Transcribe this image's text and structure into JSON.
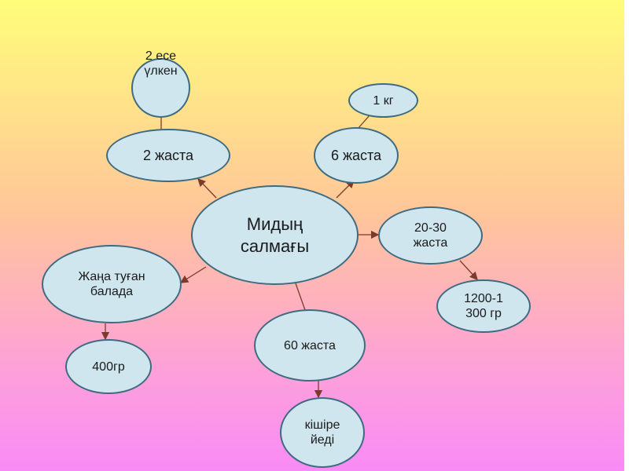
{
  "center": "Мидың салмағы",
  "nodes": {
    "two_years": "2 жаста",
    "two_times": "2 есе үлкен",
    "six_years": "6 жаста",
    "one_kg": "1 кг",
    "twenty_thirty": "20-30 жаста",
    "weight_range": "1200-1 300 гр",
    "sixty_years": "60 жаста",
    "shrinks": "кішіре йеді",
    "newborn": "Жаңа туған балада",
    "four_hundred": "400гр"
  },
  "colors": {
    "node_fill": "#cfe6ef",
    "node_border": "#3f6b80",
    "line": "#7a3b2e"
  }
}
